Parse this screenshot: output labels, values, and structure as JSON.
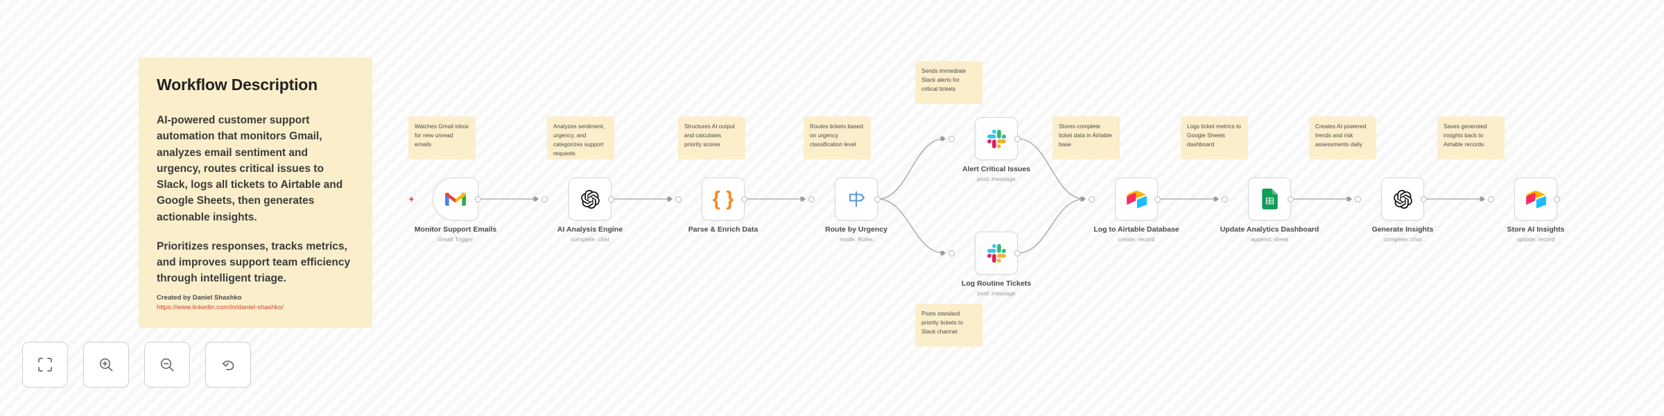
{
  "description_panel": {
    "title": "Workflow Description",
    "paragraphs": [
      "AI-powered customer support automation that monitors Gmail, analyzes email sentiment and urgency, routes critical issues to Slack, logs all tickets to Airtable and Google Sheets, then generates actionable insights.",
      "Prioritizes responses, tracks metrics, and improves support team efficiency through intelligent triage."
    ],
    "credit_name": "Created by Daniel Shashko",
    "credit_url": "https://www.linkedin.com/in/daniel-shashko/",
    "bg_color": "#fbeecb",
    "link_color": "#d0482e"
  },
  "canvas": {
    "background_color": "#f7f7f7",
    "node_border_color": "#d7d7d7",
    "edge_color": "#b0b0b0"
  },
  "nodes": [
    {
      "id": "monitor-support-emails",
      "title": "Monitor Support Emails",
      "subtitle": "Gmail Trigger",
      "icon": "gmail-icon",
      "note": "Watches Gmail inbox for new unread emails",
      "is_trigger": true
    },
    {
      "id": "ai-analysis-engine",
      "title": "AI Analysis Engine",
      "subtitle": "complete: chat",
      "icon": "openai-icon",
      "note": "Analyzes sentiment, urgency, and categorizes support requests",
      "is_trigger": false
    },
    {
      "id": "parse-enrich-data",
      "title": "Parse & Enrich Data",
      "subtitle": "",
      "icon": "code-braces-icon",
      "note": "Structures AI output and calculates priority scores",
      "is_trigger": false
    },
    {
      "id": "route-by-urgency",
      "title": "Route by Urgency",
      "subtitle": "mode: Rules",
      "icon": "switch-signpost-icon",
      "note": "Routes tickets based on urgency classification level",
      "is_trigger": false
    },
    {
      "id": "alert-critical-issues",
      "title": "Alert Critical Issues",
      "subtitle": "post: message",
      "icon": "slack-icon",
      "note": "Sends immediate Slack alerts for critical tickets",
      "is_trigger": false
    },
    {
      "id": "log-routine-tickets",
      "title": "Log Routine Tickets",
      "subtitle": "post: message",
      "icon": "slack-icon",
      "note": "Posts standard priority tickets to Slack channel",
      "is_trigger": false
    },
    {
      "id": "log-to-airtable-database",
      "title": "Log to Airtable Database",
      "subtitle": "create: record",
      "icon": "airtable-icon",
      "note": "Stores complete ticket data in Airtable base",
      "is_trigger": false
    },
    {
      "id": "update-analytics-dashboard",
      "title": "Update Analytics Dashboard",
      "subtitle": "append: sheet",
      "icon": "google-sheets-icon",
      "note": "Logs ticket metrics to Google Sheets dashboard",
      "is_trigger": false
    },
    {
      "id": "generate-insights",
      "title": "Generate Insights",
      "subtitle": "complete: chat",
      "icon": "openai-icon",
      "note": "Creates AI-powered trends and risk assessments daily",
      "is_trigger": false
    },
    {
      "id": "store-ai-insights",
      "title": "Store AI Insights",
      "subtitle": "update: record",
      "icon": "airtable-icon",
      "note": "Saves generated insights back to Airtable records",
      "is_trigger": false
    }
  ],
  "toolbar": {
    "buttons": [
      {
        "id": "fit-to-view",
        "icon": "fit-to-view-icon",
        "label": "Fit to view"
      },
      {
        "id": "zoom-in",
        "icon": "zoom-in-icon",
        "label": "Zoom in"
      },
      {
        "id": "zoom-out",
        "icon": "zoom-out-icon",
        "label": "Zoom out"
      },
      {
        "id": "reset",
        "icon": "undo-arrow-icon",
        "label": "Reset zoom"
      }
    ]
  }
}
